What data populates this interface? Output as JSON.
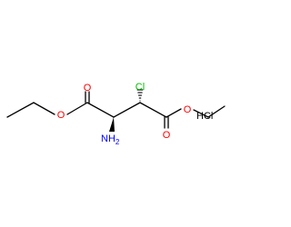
{
  "molecule": {
    "atom_labels": {
      "o_carbonyl_left": "O",
      "o_ether_left": "O",
      "o_carbonyl_right": "O",
      "o_ether_right": "O",
      "n_amino": "NH",
      "n_amino_subscript": "2",
      "cl_substituent": "Cl"
    },
    "salt_label": "HCl",
    "colors": {
      "bond": "#000000",
      "oxygen": "#ff0000",
      "nitrogen": "#0000ff",
      "chlorine": "#00c000",
      "text": "#000000",
      "background": "#ffffff"
    }
  }
}
